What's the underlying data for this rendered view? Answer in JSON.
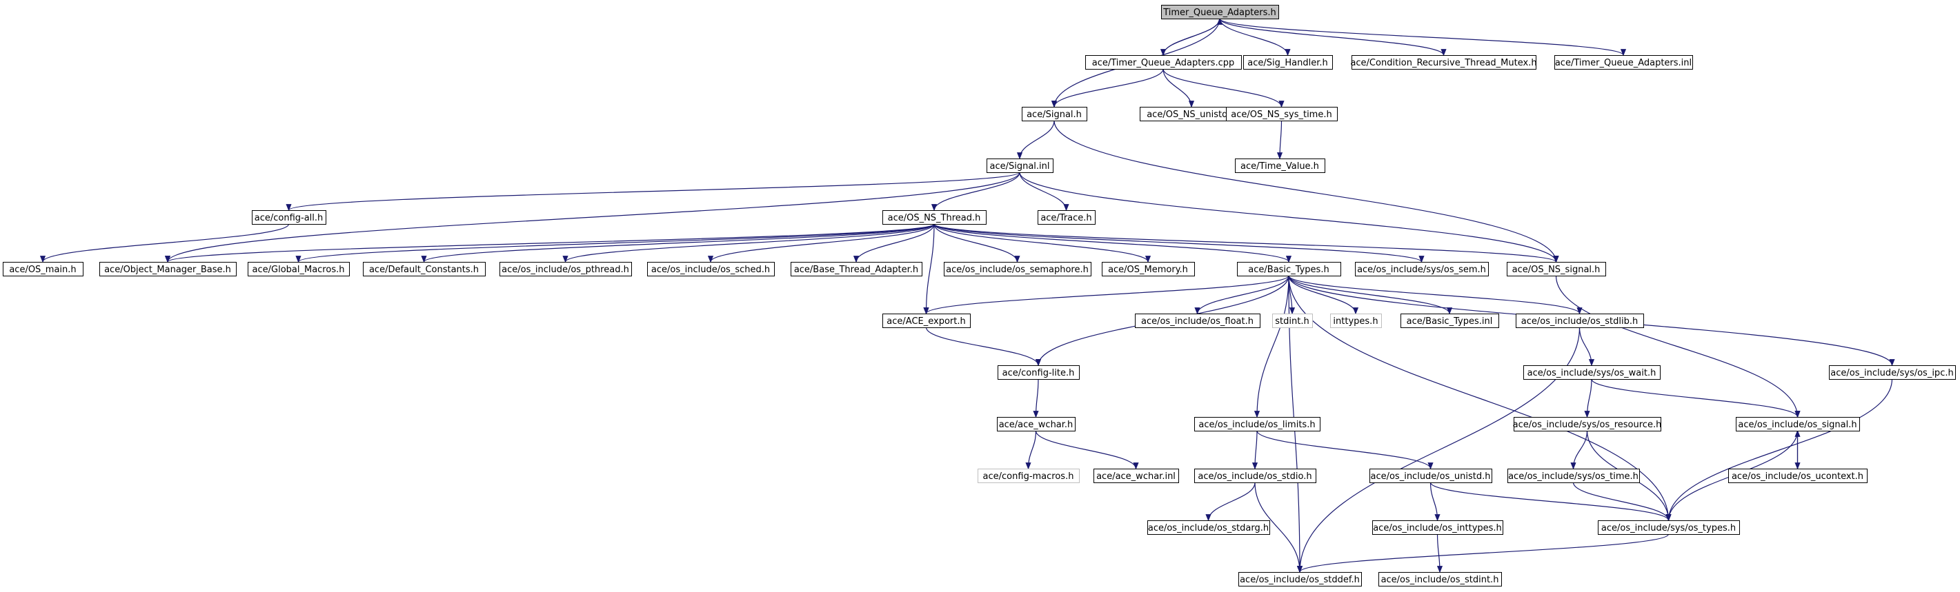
{
  "title": "Timer_Queue_Adapters.h",
  "colors": {
    "edge": "#191970",
    "root_fill": "#bfbfbf",
    "missing_border": "#bfbfbf",
    "node_border": "#000000"
  },
  "nodes": {
    "root": "Timer_Queue_Adapters.h",
    "tqa_cpp": "ace/Timer_Queue_Adapters.cpp",
    "sig_handler": "ace/Sig_Handler.h",
    "crtm": "ace/Condition_Recursive_Thread_Mutex.h",
    "tqa_inl": "ace/Timer_Queue_Adapters.inl",
    "signal_h": "ace/Signal.h",
    "os_ns_unistd": "ace/OS_NS_unistd.h",
    "os_ns_sys_time": "ace/OS_NS_sys_time.h",
    "time_value": "ace/Time_Value.h",
    "signal_inl": "ace/Signal.inl",
    "config_all": "ace/config-all.h",
    "os_ns_thread": "ace/OS_NS_Thread.h",
    "trace": "ace/Trace.h",
    "os_main": "ace/OS_main.h",
    "omb": "ace/Object_Manager_Base.h",
    "global_macros": "ace/Global_Macros.h",
    "default_constants": "ace/Default_Constants.h",
    "os_pthread": "ace/os_include/os_pthread.h",
    "os_sched": "ace/os_include/os_sched.h",
    "base_thread_adapter": "ace/Base_Thread_Adapter.h",
    "os_semaphore": "ace/os_include/os_semaphore.h",
    "os_memory": "ace/OS_Memory.h",
    "basic_types": "ace/Basic_Types.h",
    "os_sem": "ace/os_include/sys/os_sem.h",
    "os_ns_signal": "ace/OS_NS_signal.h",
    "ace_export": "ace/ACE_export.h",
    "os_float": "ace/os_include/os_float.h",
    "stdint": "stdint.h",
    "inttypes": "inttypes.h",
    "basic_types_inl": "ace/Basic_Types.inl",
    "os_stdlib": "ace/os_include/os_stdlib.h",
    "os_ipc": "ace/os_include/sys/os_ipc.h",
    "config_lite": "ace/config-lite.h",
    "os_wait": "ace/os_include/sys/os_wait.h",
    "ace_wchar": "ace/ace_wchar.h",
    "os_limits": "ace/os_include/os_limits.h",
    "os_resource": "ace/os_include/sys/os_resource.h",
    "os_signal": "ace/os_include/os_signal.h",
    "config_macros": "ace/config-macros.h",
    "ace_wchar_inl": "ace/ace_wchar.inl",
    "os_stdio": "ace/os_include/os_stdio.h",
    "os_unistd": "ace/os_include/os_unistd.h",
    "os_time": "ace/os_include/sys/os_time.h",
    "os_ucontext": "ace/os_include/os_ucontext.h",
    "os_stdarg": "ace/os_include/os_stdarg.h",
    "os_inttypes": "ace/os_include/os_inttypes.h",
    "os_types": "ace/os_include/sys/os_types.h",
    "os_stddef": "ace/os_include/os_stddef.h",
    "os_stdint": "ace/os_include/os_stdint.h"
  },
  "edges": [
    [
      "root",
      "tqa_cpp"
    ],
    [
      "root",
      "sig_handler"
    ],
    [
      "root",
      "crtm"
    ],
    [
      "root",
      "tqa_inl"
    ],
    [
      "root",
      "signal_h"
    ],
    [
      "tqa_cpp",
      "root"
    ],
    [
      "tqa_cpp",
      "signal_h"
    ],
    [
      "tqa_cpp",
      "os_ns_unistd"
    ],
    [
      "tqa_cpp",
      "os_ns_sys_time"
    ],
    [
      "os_ns_sys_time",
      "time_value"
    ],
    [
      "signal_h",
      "signal_inl"
    ],
    [
      "signal_h",
      "os_ns_signal"
    ],
    [
      "signal_inl",
      "config_all"
    ],
    [
      "signal_inl",
      "os_ns_thread"
    ],
    [
      "signal_inl",
      "trace"
    ],
    [
      "signal_inl",
      "omb"
    ],
    [
      "signal_inl",
      "os_ns_signal"
    ],
    [
      "config_all",
      "os_main"
    ],
    [
      "os_ns_thread",
      "omb"
    ],
    [
      "os_ns_thread",
      "global_macros"
    ],
    [
      "os_ns_thread",
      "default_constants"
    ],
    [
      "os_ns_thread",
      "os_pthread"
    ],
    [
      "os_ns_thread",
      "os_sched"
    ],
    [
      "os_ns_thread",
      "base_thread_adapter"
    ],
    [
      "os_ns_thread",
      "os_semaphore"
    ],
    [
      "os_ns_thread",
      "os_memory"
    ],
    [
      "os_ns_thread",
      "basic_types"
    ],
    [
      "os_ns_thread",
      "os_sem"
    ],
    [
      "os_ns_thread",
      "os_ns_signal"
    ],
    [
      "os_ns_thread",
      "ace_export"
    ],
    [
      "basic_types",
      "ace_export"
    ],
    [
      "basic_types",
      "config_lite"
    ],
    [
      "basic_types",
      "os_float"
    ],
    [
      "basic_types",
      "stdint"
    ],
    [
      "basic_types",
      "inttypes"
    ],
    [
      "basic_types",
      "basic_types_inl"
    ],
    [
      "basic_types",
      "os_stdlib"
    ],
    [
      "basic_types",
      "os_ipc"
    ],
    [
      "basic_types",
      "os_limits"
    ],
    [
      "basic_types",
      "os_stddef"
    ],
    [
      "basic_types",
      "os_types"
    ],
    [
      "ace_export",
      "config_lite"
    ],
    [
      "config_lite",
      "ace_wchar"
    ],
    [
      "ace_wchar",
      "config_macros"
    ],
    [
      "ace_wchar",
      "ace_wchar_inl"
    ],
    [
      "os_stdlib",
      "os_wait"
    ],
    [
      "os_stdlib",
      "os_stddef"
    ],
    [
      "os_wait",
      "os_resource"
    ],
    [
      "os_wait",
      "os_signal"
    ],
    [
      "os_resource",
      "os_time"
    ],
    [
      "os_resource",
      "os_types"
    ],
    [
      "os_time",
      "os_types"
    ],
    [
      "os_ns_signal",
      "os_signal"
    ],
    [
      "os_signal",
      "os_ucontext"
    ],
    [
      "os_signal",
      "os_types"
    ],
    [
      "os_ucontext",
      "os_signal"
    ],
    [
      "os_ipc",
      "os_types"
    ],
    [
      "os_limits",
      "os_stdio"
    ],
    [
      "os_limits",
      "os_unistd"
    ],
    [
      "os_stdio",
      "os_stdarg"
    ],
    [
      "os_stdio",
      "os_stddef"
    ],
    [
      "os_unistd",
      "os_inttypes"
    ],
    [
      "os_unistd",
      "os_types"
    ],
    [
      "os_inttypes",
      "os_stdint"
    ],
    [
      "os_types",
      "os_stddef"
    ]
  ]
}
